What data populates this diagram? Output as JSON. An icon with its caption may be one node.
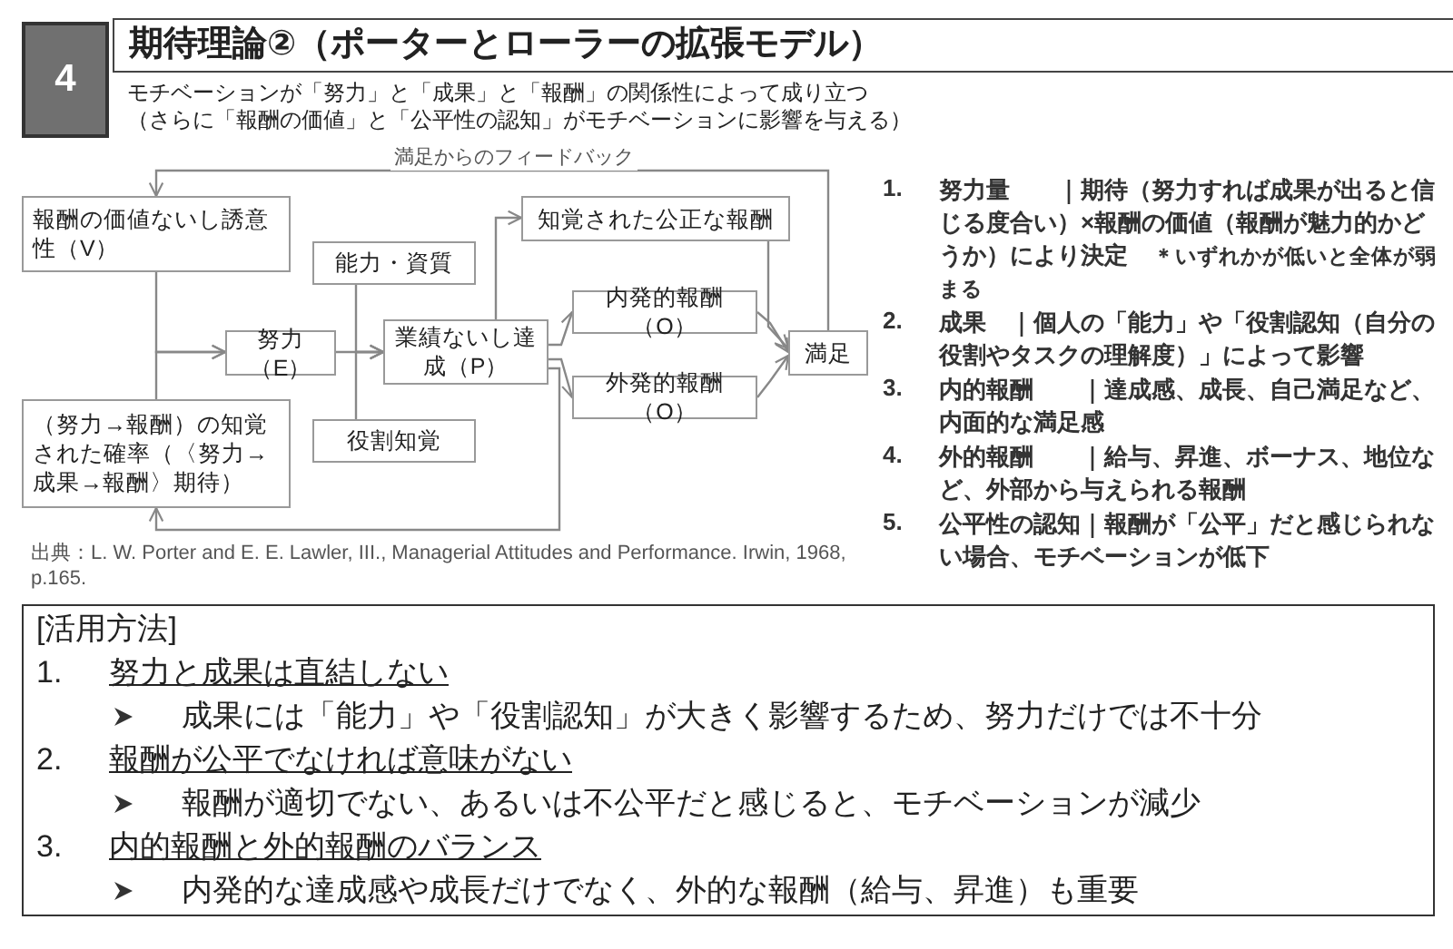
{
  "diagram": {
    "title": "期待理論②（ポーターとローラーの拡張モデル）",
    "nodes": [
      {
        "text": [
          "報酬の価値ないし誘意性（V）"
        ]
      },
      {
        "text": [
          "能力・資質"
        ]
      },
      {
        "text": [
          "知覚された公正な報酬"
        ]
      },
      {
        "text": [
          "努力（E）"
        ]
      },
      {
        "text": [
          "業績ないし達成（P）"
        ]
      },
      {
        "text": [
          "内発的報酬（O）"
        ]
      },
      {
        "text": [
          "外発的報酬（O）"
        ]
      },
      {
        "text": [
          "満足"
        ]
      },
      {
        "text": [
          "役割知覚"
        ]
      },
      {
        "text": [
          "（努力→報酬）の知覚された確率（〈努力→成果→報酬〉期待）"
        ]
      }
    ],
    "edges": [
      {
        "from": 0,
        "to": 3,
        "arrow": "to"
      },
      {
        "from": 9,
        "to": 3,
        "arrow": "to"
      },
      {
        "from": 3,
        "to": 4,
        "arrow": "to"
      },
      {
        "from": 1,
        "to": 4,
        "arrow": "to"
      },
      {
        "from": 8,
        "to": 4,
        "arrow": "to"
      },
      {
        "from": 4,
        "to": 2,
        "arrow": "to"
      },
      {
        "from": 4,
        "to": 5,
        "arrow": "to"
      },
      {
        "from": 4,
        "to": 6,
        "arrow": "to"
      },
      {
        "from": 2,
        "to": 7,
        "arrow": "to"
      },
      {
        "from": 5,
        "to": 7,
        "arrow": "to"
      },
      {
        "from": 6,
        "to": 7,
        "arrow": "to"
      },
      {
        "from": 7,
        "to": 0,
        "arrow": "to",
        "label": "満足からのフィードバック"
      },
      {
        "from": 4,
        "to": 9,
        "arrow": "to"
      }
    ],
    "labels": [
      "4",
      "モチベーションが「努力」と「成果」と「報酬」の関係性によって成り立つ",
      "（さらに「報酬の価値」と「公平性の認知」がモチベーションに影響を与える）",
      "1.",
      "努力量　　｜期待（努力すれば成果が出ると信じる度合い）×報酬の価値（報酬が魅力的かどうか）により決定",
      "＊いずれかが低いと全体が弱まる",
      "2.",
      "成果　｜個人の「能力」や「役割認知（自分の役割やタスクの理解度）」によって影響",
      "3.",
      "内的報酬　　｜達成感、成長、自己満足など、内面的な満足感",
      "4.",
      "外的報酬　　｜給与、昇進、ボーナス、地位など、外部から与えられる報酬",
      "5.",
      "公平性の認知｜報酬が「公平」だと感じられない場合、モチベーションが低下",
      "出典：L. W. Porter and E. E. Lawler, III., Managerial Attitudes and Performance. Irwin, 1968, p.165.",
      "[活用方法]",
      "1.",
      "努力と成果は直結しない",
      "成果には「能力」や「役割認知」が大きく影響するため、努力だけでは不十分",
      "2.",
      "報酬が公平でなければ意味がない",
      "報酬が適切でない、あるいは不公平だと感じると、モチベーションが減少",
      "3.",
      "内的報酬と外的報酬のバランス",
      "内発的な達成感や成長だけでなく、外的な報酬（給与、昇進）も重要"
    ]
  }
}
